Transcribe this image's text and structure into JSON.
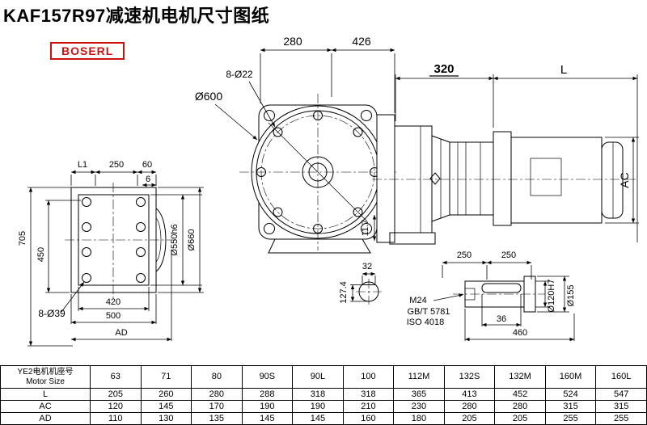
{
  "title": "KAF157R97减速机电机尺寸图纸",
  "logo": "BOSERL",
  "colors": {
    "accent_red": "#cc1111",
    "line": "#000000"
  },
  "front_view": {
    "dim_280": "280",
    "dim_426": "426",
    "bolt_holes": "8-Ø22",
    "flange_dia": "Ø600"
  },
  "side_view": {
    "dim_320": "320",
    "dim_L": "L",
    "dim_AC": "AC",
    "dim_offset": "11.7"
  },
  "left_view": {
    "dim_L1": "L1",
    "dim_250": "250",
    "dim_60": "60",
    "dim_6": "6",
    "dim_705": "705",
    "dim_450": "450",
    "holes": "8-Ø39",
    "dim_420": "420",
    "dim_500": "500",
    "dim_AD": "AD",
    "dia_550": "Ø550h6",
    "dia_660": "Ø660"
  },
  "section_view": {
    "dim_32": "32",
    "dim_127": "127.4"
  },
  "shaft_detail": {
    "dim_250a": "250",
    "dim_250b": "250",
    "thread": "M24",
    "std_gb": "GB/T 5781",
    "std_iso": "ISO 4018",
    "dim_36": "36",
    "dim_460": "460",
    "dia_120": "Ø120H7",
    "dia_155": "Ø155"
  },
  "table": {
    "header_cn": "YE2电机机座号",
    "header_en": "Motor Size",
    "sizes": [
      "63",
      "71",
      "80",
      "90S",
      "90L",
      "100",
      "112M",
      "132S",
      "132M",
      "160M",
      "160L"
    ],
    "rows": [
      {
        "label": "L",
        "values": [
          "205",
          "260",
          "280",
          "288",
          "318",
          "318",
          "365",
          "413",
          "452",
          "524",
          "547"
        ]
      },
      {
        "label": "AC",
        "values": [
          "120",
          "145",
          "170",
          "190",
          "190",
          "210",
          "230",
          "280",
          "280",
          "315",
          "315"
        ]
      },
      {
        "label": "AD",
        "values": [
          "110",
          "130",
          "135",
          "145",
          "145",
          "160",
          "180",
          "205",
          "205",
          "255",
          "255"
        ]
      }
    ]
  }
}
